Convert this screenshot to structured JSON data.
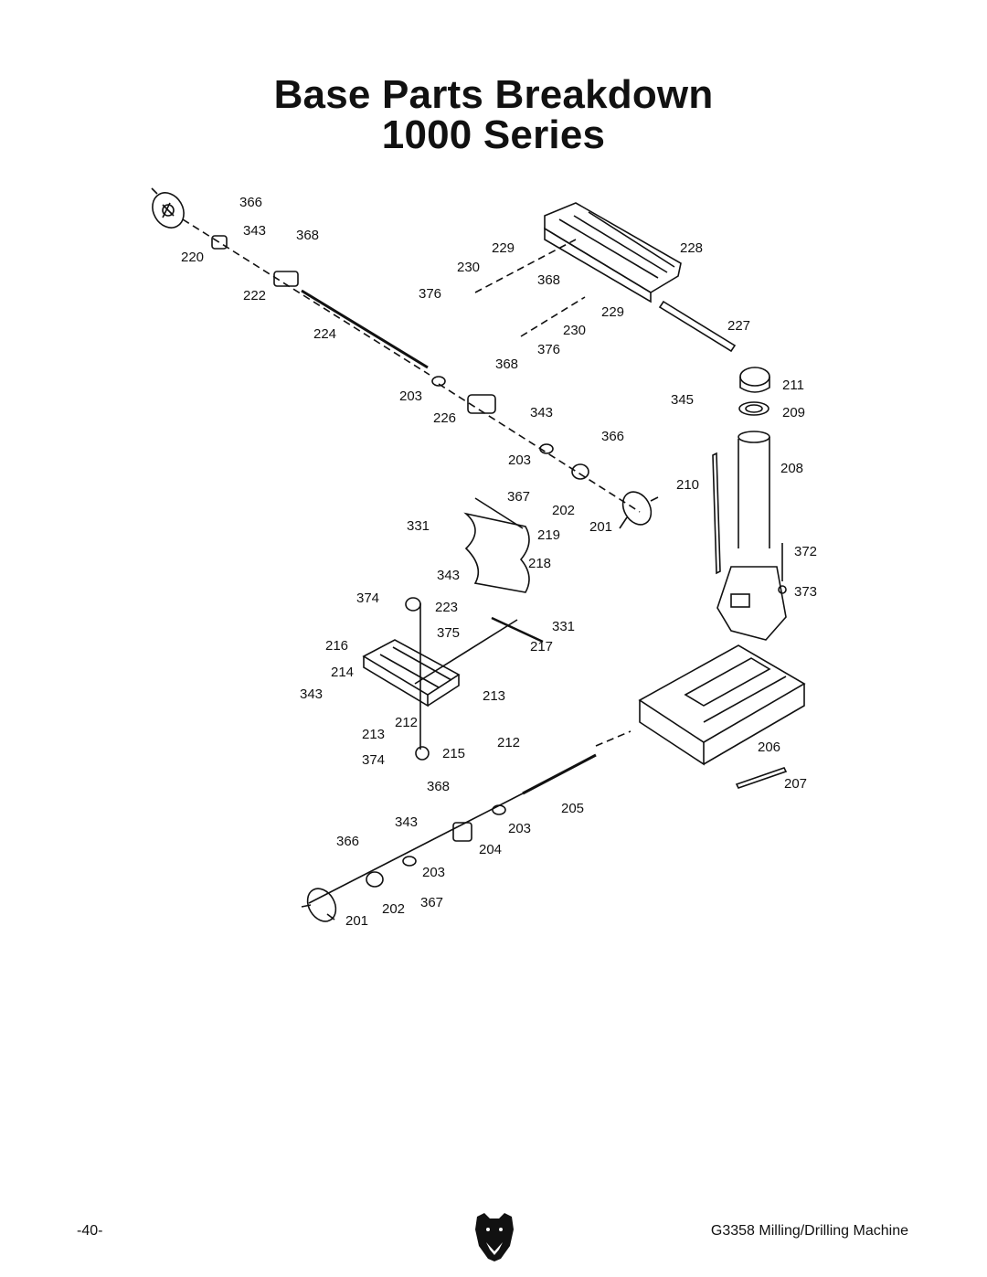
{
  "title": {
    "line1": "Base Parts Breakdown",
    "line2": "1000 Series"
  },
  "footer": {
    "page": "-40-",
    "machine": "G3358 Milling/Drilling Machine"
  },
  "logo": {
    "icon": "bear-head-icon"
  },
  "callouts": [
    "366",
    "343",
    "368",
    "220",
    "222",
    "224",
    "229",
    "228",
    "230",
    "368",
    "376",
    "229",
    "230",
    "227",
    "376",
    "368",
    "203",
    "226",
    "343",
    "211",
    "345",
    "209",
    "366",
    "203",
    "208",
    "210",
    "367",
    "202",
    "201",
    "331",
    "219",
    "218",
    "343",
    "374",
    "223",
    "375",
    "331",
    "216",
    "217",
    "214",
    "343",
    "213",
    "212",
    "213",
    "212",
    "374",
    "215",
    "206",
    "368",
    "207",
    "205",
    "343",
    "203",
    "366",
    "204",
    "203",
    "202",
    "367",
    "201",
    "372",
    "373"
  ],
  "colors": {
    "ink": "#111111",
    "background": "#ffffff"
  }
}
